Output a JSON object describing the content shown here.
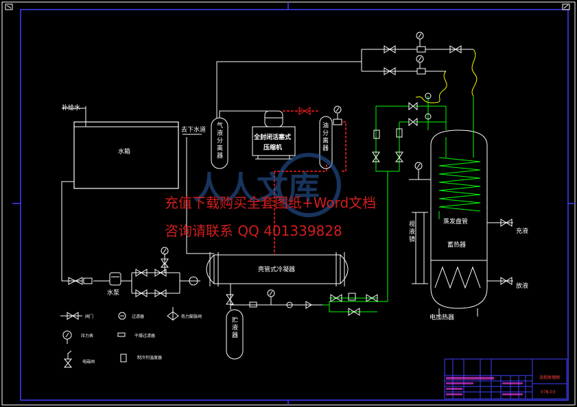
{
  "labels": {
    "makeup_water": "补给水",
    "water_tank": "水箱",
    "to_drain": "去下水道",
    "gas_liquid_sep": [
      "气",
      "液",
      "分",
      "离",
      "器"
    ],
    "compressor_line1": "全封闭活塞式",
    "compressor_line2": "压缩机",
    "oil_sep": [
      "油",
      "分",
      "离",
      "器"
    ],
    "evap_coil": "蒸发盘管",
    "sight_glass": [
      "视",
      "液",
      "镜"
    ],
    "heat_exchanger": "蓄热器",
    "charge": "充液",
    "discharge": "放液",
    "electric_heater": "电加热器",
    "condenser": "壳管式冷凝器",
    "water_pump": "水泵",
    "receiver": [
      "贮",
      "液",
      "器"
    ]
  },
  "watermark": {
    "line1": "充值下载购买全套图纸+Word文档",
    "line2": "咨询请联系  QQ 401339828"
  },
  "legend": {
    "valve": "阀门",
    "filter": "过滤器",
    "solenoid": "热力膨胀阀",
    "gauge": "压力表",
    "dryer": "干燥过滤器",
    "relief": "电磁阀",
    "sensor": "制冷剂温度器"
  },
  "title_block": {
    "drawing_name": "流程原理图",
    "drawing_no": "07B-03"
  },
  "colors": {
    "background": "#000000",
    "pipe_white": "#ffffff",
    "pipe_green": "#00ff00",
    "pipe_red": "#ff2020",
    "pipe_yellow": "#ffff00",
    "frame_blue": "#4040ff",
    "title_magenta": "#ff40ff"
  }
}
